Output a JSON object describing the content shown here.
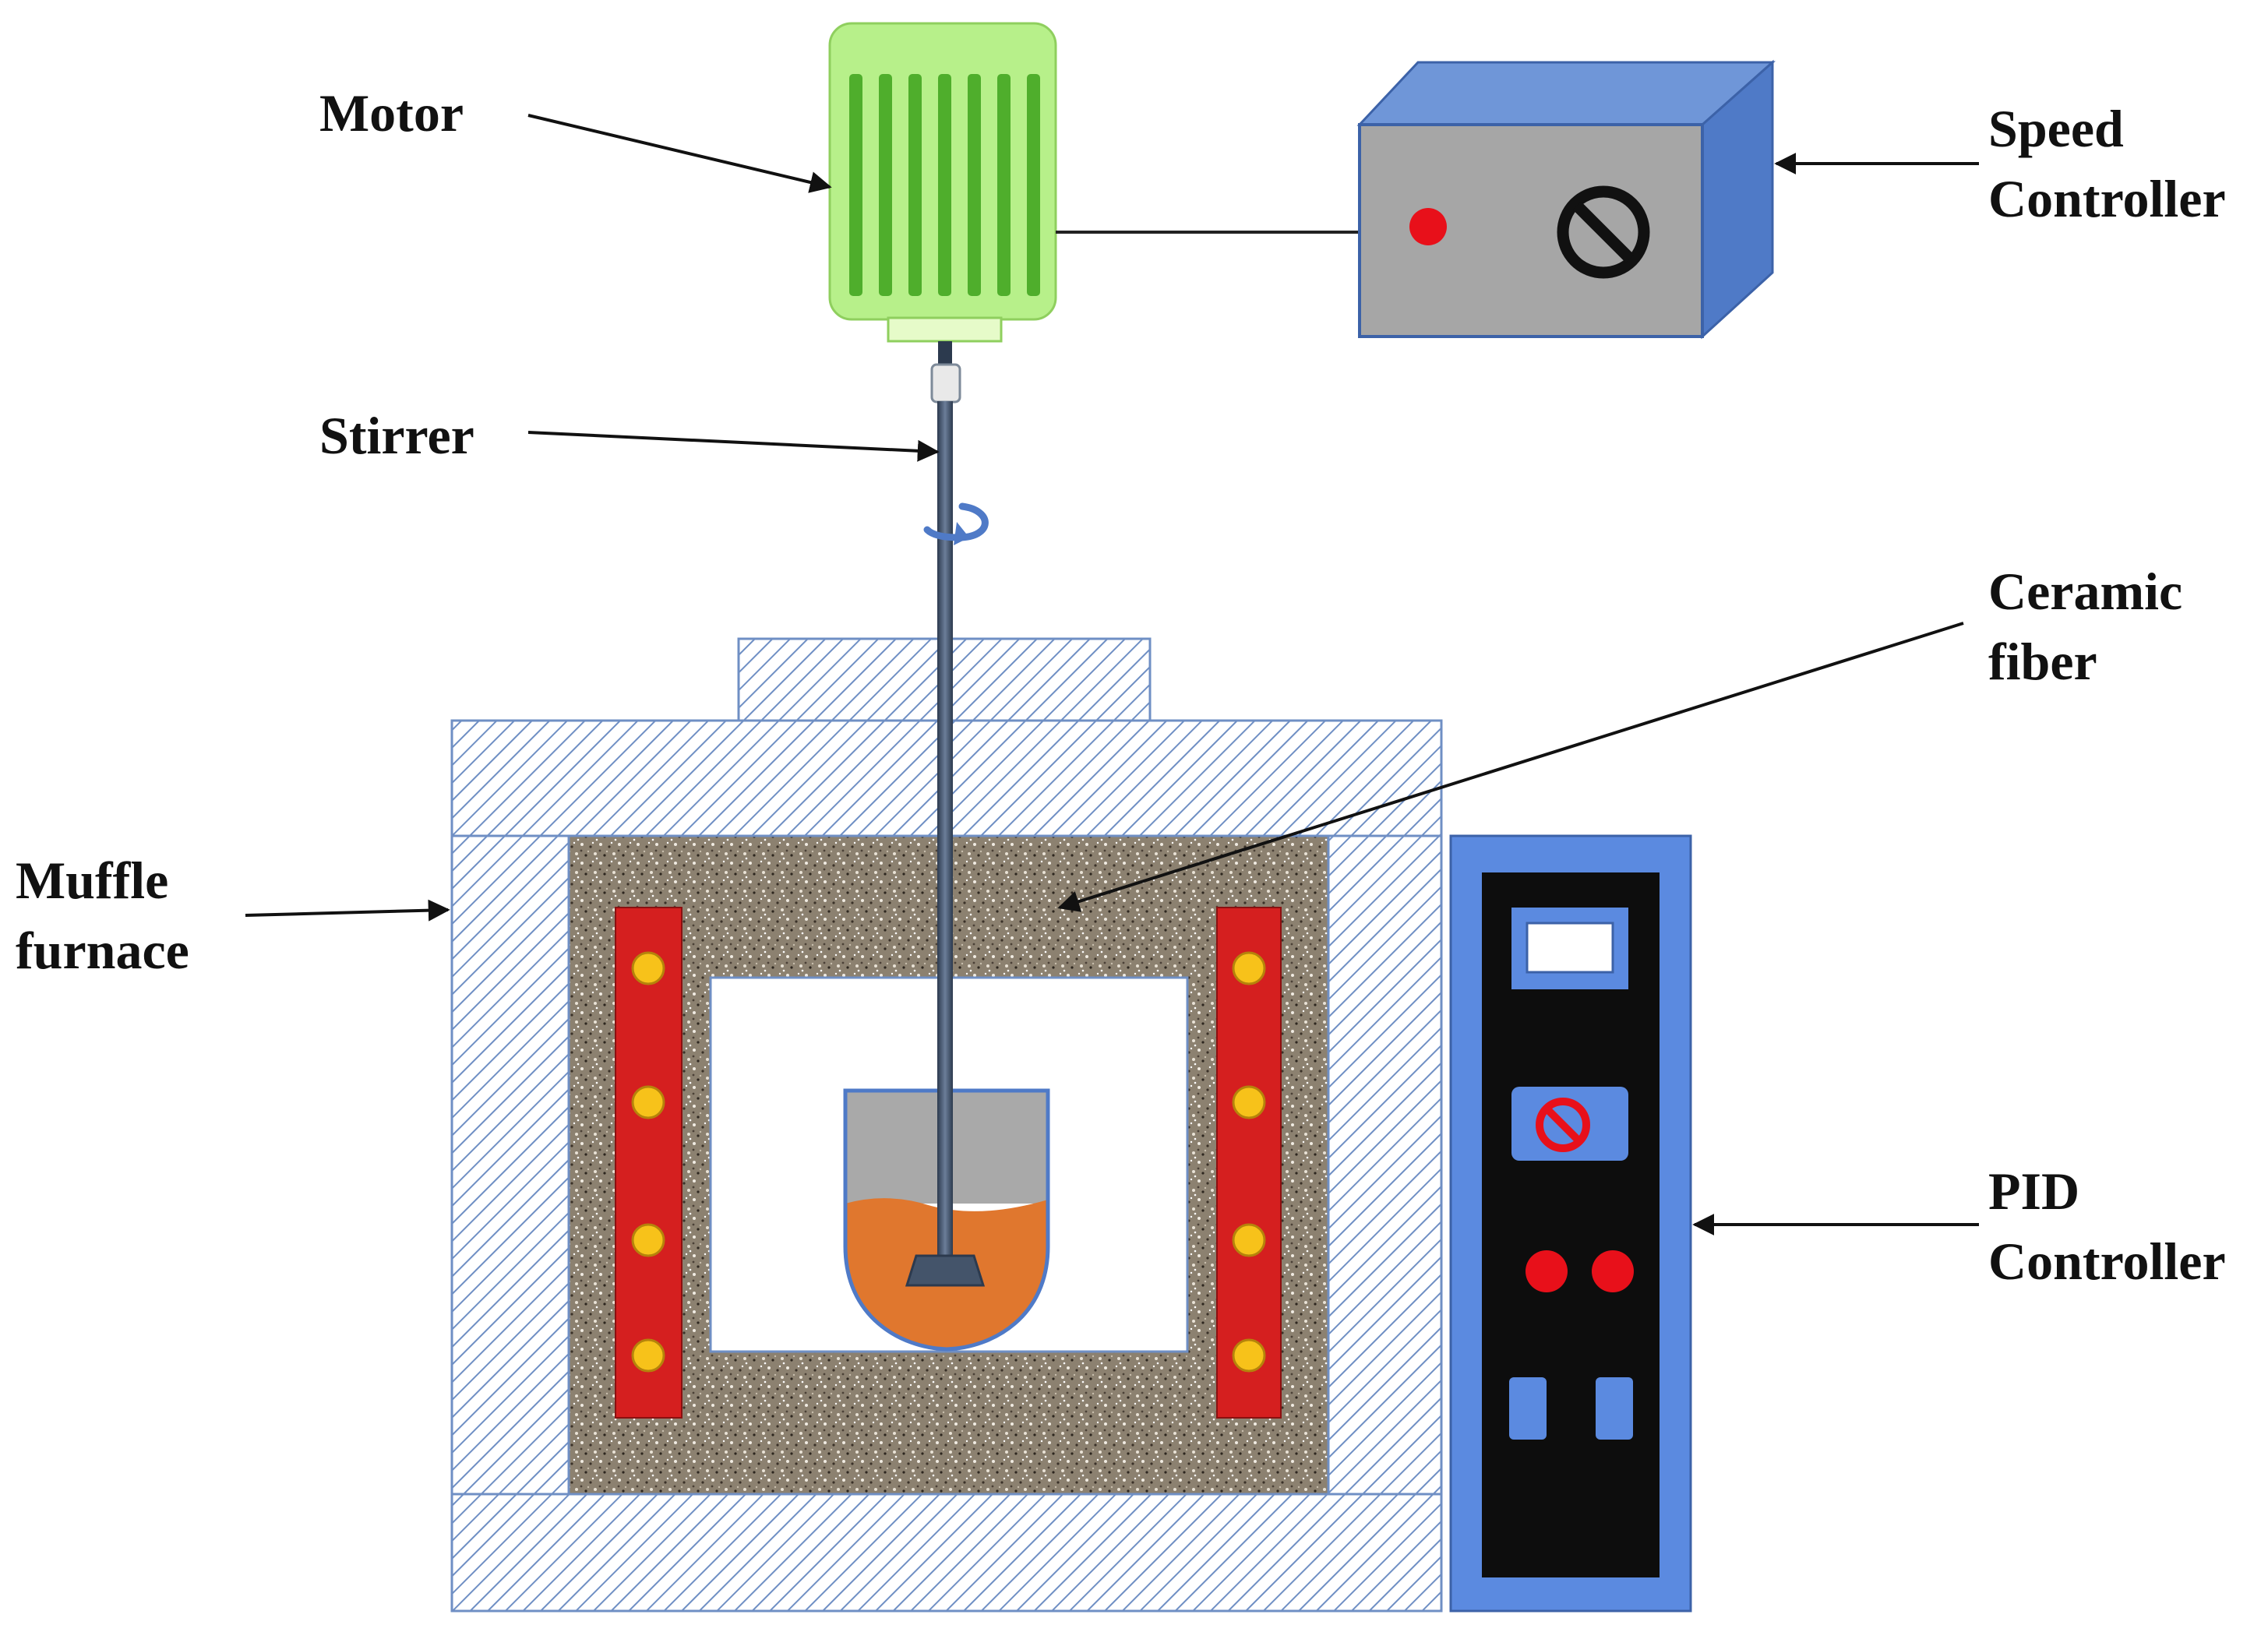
{
  "labels": {
    "motor": "Motor",
    "stirrer": "Stirrer",
    "speed_controller": [
      "Speed",
      "Controller"
    ],
    "ceramic_fiber": [
      "Ceramic",
      "fiber"
    ],
    "muffle_furnace": [
      "Muffle",
      "furnace"
    ],
    "pid_controller": [
      "PID",
      "Controller"
    ]
  },
  "colors": {
    "motor_body": "#b7f08a",
    "motor_fins": "#4fae2c",
    "box_front": "#a6a6a6",
    "box_side": "#4f7ac7",
    "box_top": "#6f96d8",
    "insulation_line": "#6f8fc4",
    "ceramic_fiber": "#8c8170",
    "heater": "#d51f1f",
    "heater_dot": "#f7c21a",
    "melt": "#e0772e",
    "crucible_top": "#a9a9a9",
    "pid_panel": "#5b8ae0",
    "pid_face": "#0d0d0d",
    "indicator_red": "#e8101a",
    "shaft": "#44546a"
  },
  "icons": {
    "speed_knob": "no-entry-knob-icon",
    "pid_knob": "no-entry-knob-icon",
    "rotation": "rotation-arrow-icon"
  }
}
